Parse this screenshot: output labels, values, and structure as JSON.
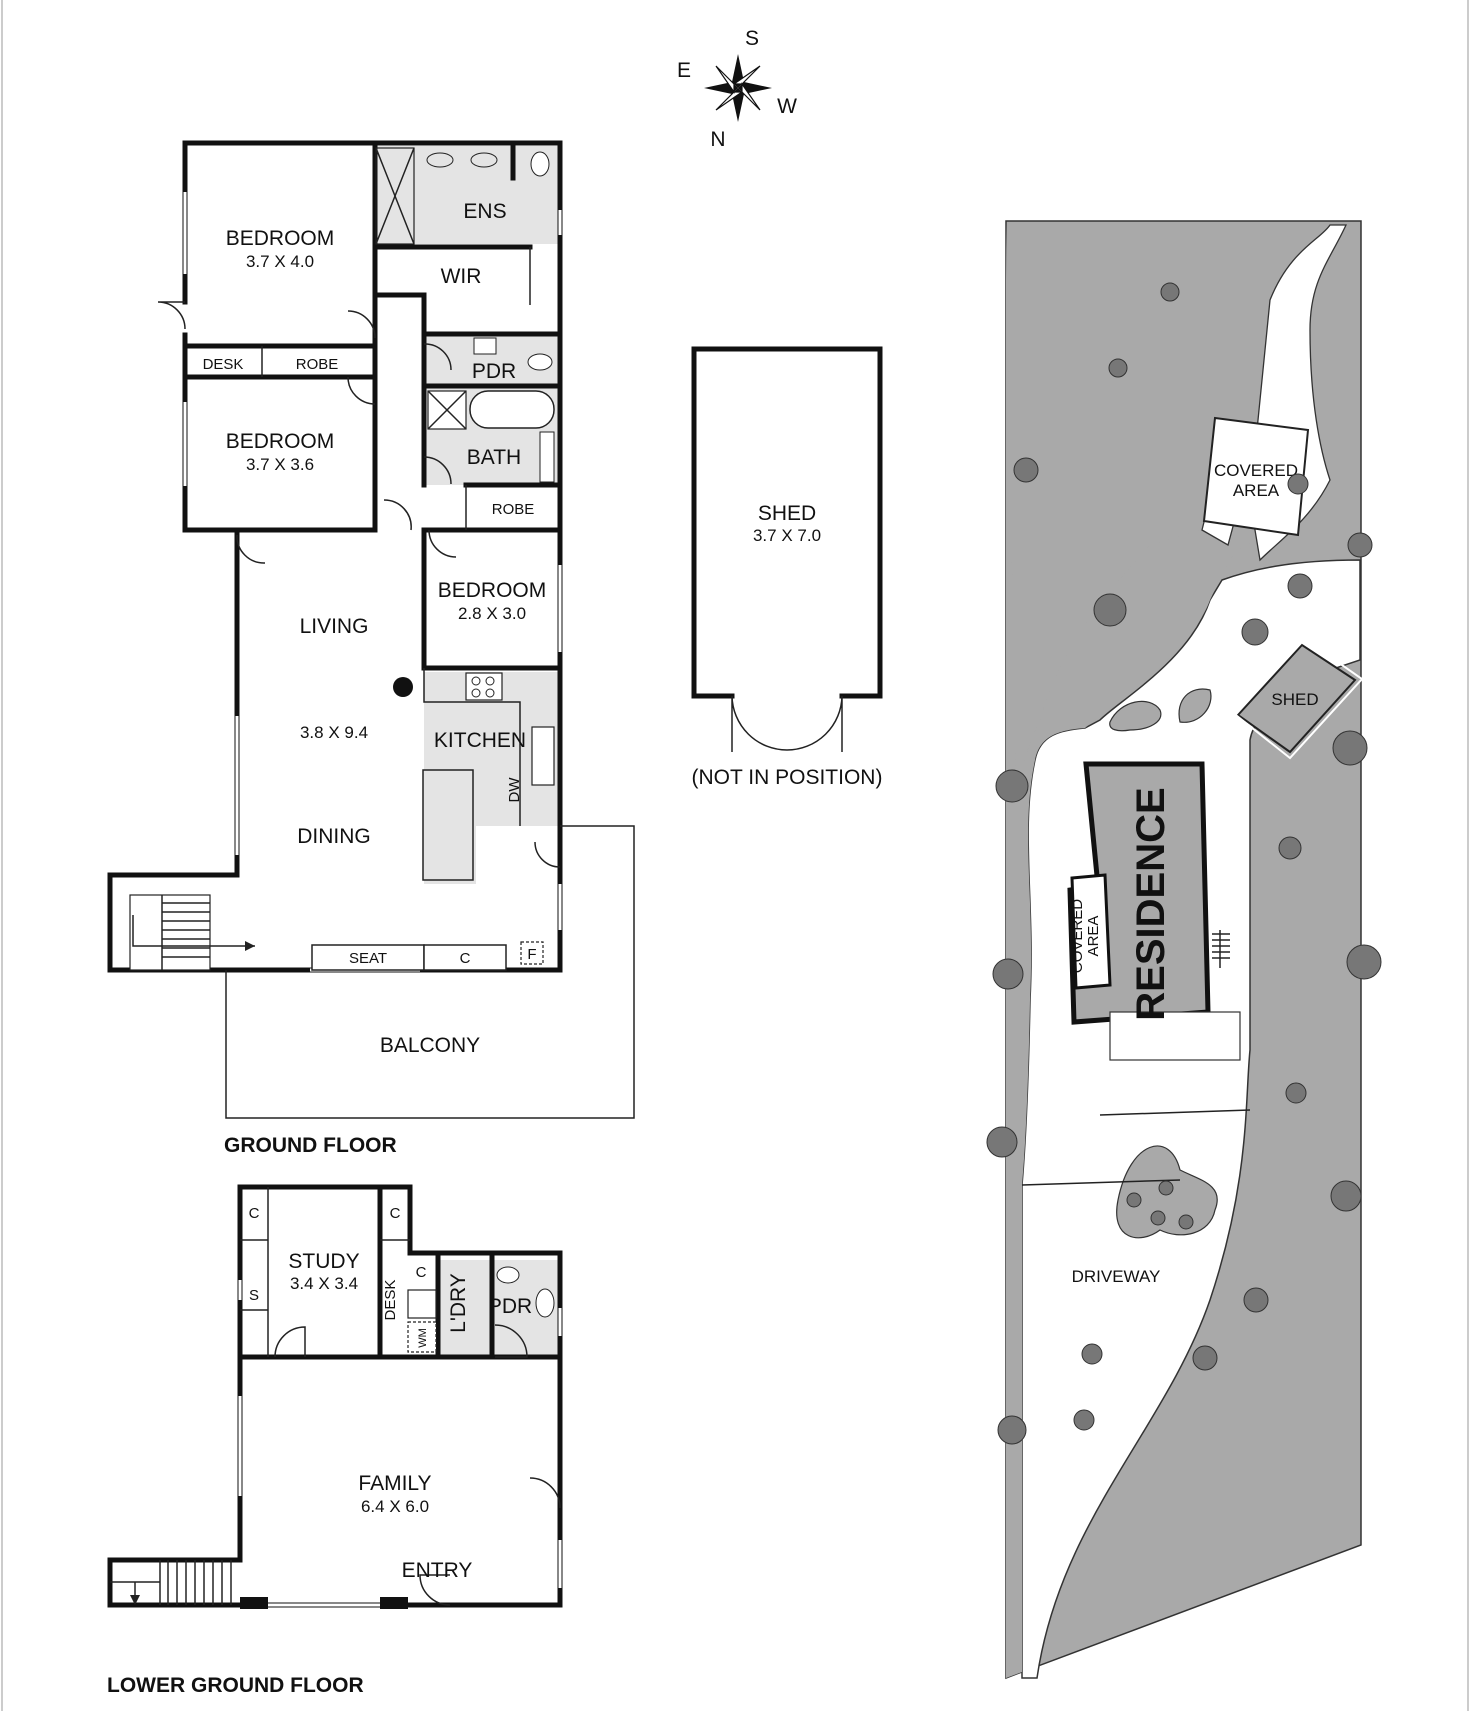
{
  "compass": {
    "n": "N",
    "s": "S",
    "e": "E",
    "w": "W"
  },
  "ground_floor": {
    "title": "GROUND FLOOR",
    "bedroom1": {
      "label": "BEDROOM",
      "dim": "3.7 X 4.0"
    },
    "ens": "ENS",
    "wir": "WIR",
    "desk": "DESK",
    "robe1": "ROBE",
    "pdr": "PDR",
    "bedroom2": {
      "label": "BEDROOM",
      "dim": "3.7 X 3.6"
    },
    "bath": "BATH",
    "robe2": "ROBE",
    "bedroom3": {
      "label": "BEDROOM",
      "dim": "2.8 X 3.0"
    },
    "living": "LIVING",
    "living_dim": "3.8 X 9.4",
    "kitchen": "KITCHEN",
    "dw": "DW",
    "dining": "DINING",
    "seat": "SEAT",
    "c": "C",
    "f": "F",
    "balcony": "BALCONY"
  },
  "shed_plan": {
    "label": "SHED",
    "dim": "3.7 X 7.0",
    "note": "(NOT IN POSITION)"
  },
  "lower_ground_floor": {
    "title": "LOWER GROUND FLOOR",
    "c": "C",
    "s": "S",
    "study": {
      "label": "STUDY",
      "dim": "3.4 X 3.4"
    },
    "desk": "DESK",
    "ldry": "L'DRY",
    "wm": "WM",
    "pdr": "PDR",
    "family": {
      "label": "FAMILY",
      "dim": "6.4 X 6.0"
    },
    "entry": "ENTRY"
  },
  "site_plan": {
    "covered_area": [
      "COVERED",
      "AREA"
    ],
    "shed": "SHED",
    "residence": "RESIDENCE",
    "covered_area_small": [
      "COVERED",
      "AREA"
    ],
    "driveway": "DRIVEWAY"
  },
  "colors": {
    "site_fill": "#a9a9a9",
    "wall": "#111111",
    "wet_area": "#e4e4e4",
    "tree": "#777777"
  }
}
